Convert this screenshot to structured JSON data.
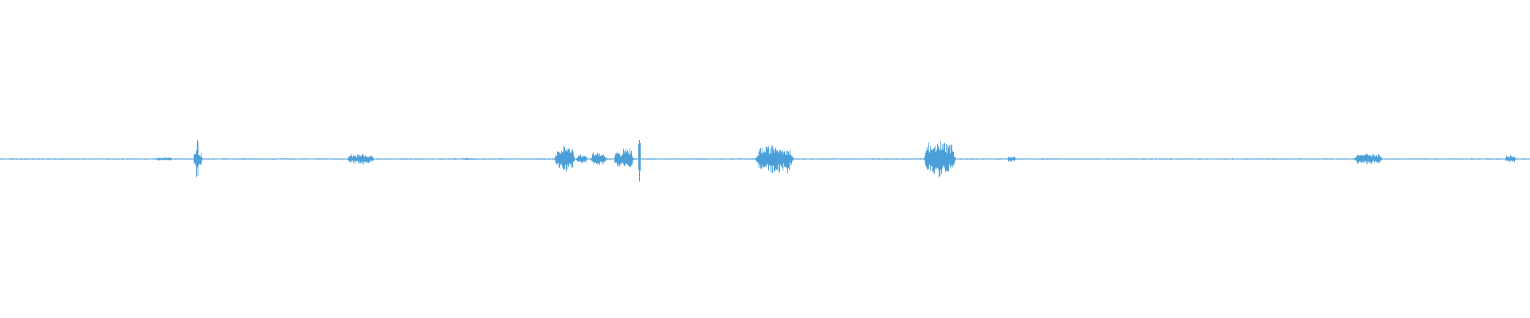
{
  "waveform": {
    "color": "#4a9fd8",
    "background": "#ffffff",
    "amplitude_scale": [
      -1,
      1
    ],
    "bursts": [
      {
        "position": 0.107,
        "width": 0.008,
        "amplitude": 0.08
      },
      {
        "position": 0.1285,
        "width": 0.0012,
        "amplitude": 0.9
      },
      {
        "position": 0.129,
        "width": 0.004,
        "amplitude": 0.35
      },
      {
        "position": 0.2355,
        "width": 0.012,
        "amplitude": 0.22
      },
      {
        "position": 0.305,
        "width": 0.006,
        "amplitude": 0.05
      },
      {
        "position": 0.369,
        "width": 0.009,
        "amplitude": 0.55
      },
      {
        "position": 0.38,
        "width": 0.005,
        "amplitude": 0.2
      },
      {
        "position": 0.391,
        "width": 0.007,
        "amplitude": 0.28
      },
      {
        "position": 0.404,
        "width": 0.004,
        "amplitude": 0.35
      },
      {
        "position": 0.41,
        "width": 0.005,
        "amplitude": 0.5
      },
      {
        "position": 0.4178,
        "width": 0.0008,
        "amplitude": 1.0
      },
      {
        "position": 0.506,
        "width": 0.017,
        "amplitude": 0.6
      },
      {
        "position": 0.614,
        "width": 0.014,
        "amplitude": 0.75
      },
      {
        "position": 0.661,
        "width": 0.004,
        "amplitude": 0.12
      },
      {
        "position": 0.894,
        "width": 0.013,
        "amplitude": 0.22
      },
      {
        "position": 0.987,
        "width": 0.005,
        "amplitude": 0.14
      }
    ],
    "noise_floor": 0.025
  }
}
